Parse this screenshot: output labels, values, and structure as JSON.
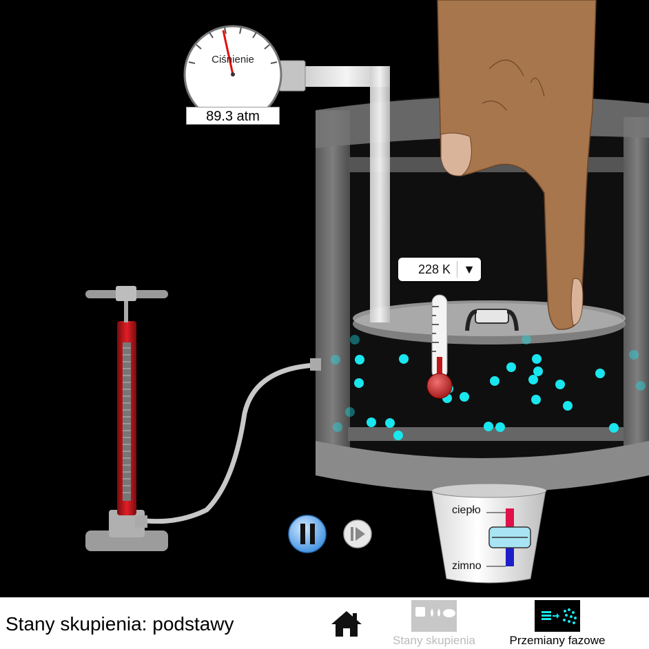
{
  "gauge": {
    "label": "Ciśnienie",
    "readout": "89.3 atm"
  },
  "thermometer": {
    "value": "228 K",
    "dropdown_icon": "▼"
  },
  "bucket": {
    "hot_label": "ciepło",
    "cold_label": "zimno"
  },
  "playback": {
    "pause_icon": "pause-icon",
    "step_icon": "step-forward-icon"
  },
  "navbar": {
    "title": "Stany skupienia: podstawy",
    "home_icon": "home-icon",
    "screens": [
      {
        "label": "Stany skupienia",
        "selected": false
      },
      {
        "label": "Przemiany fazowe",
        "selected": true
      }
    ]
  },
  "colors": {
    "particle": "#19e6ee",
    "pump": "#c8141a",
    "background": "#000000",
    "navbar": "#ffffff"
  }
}
